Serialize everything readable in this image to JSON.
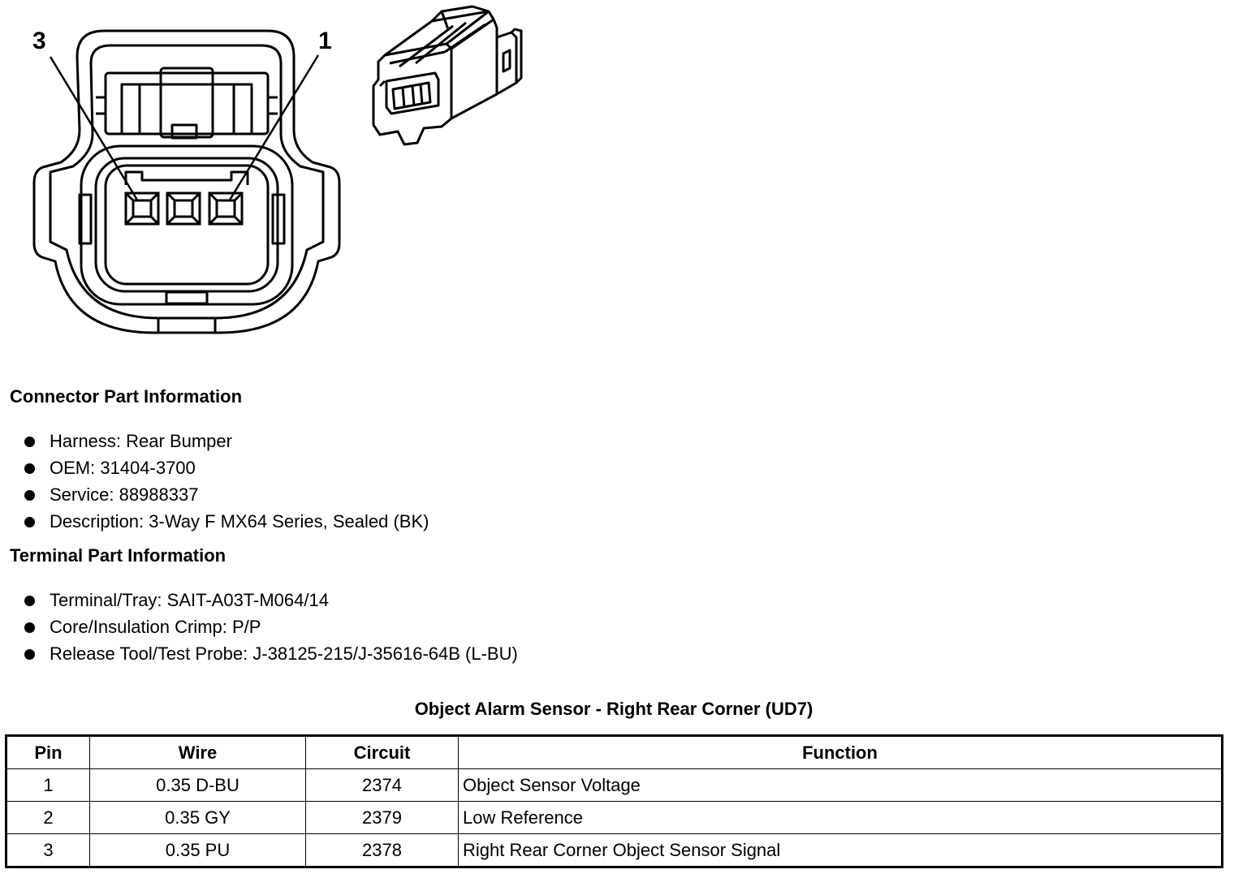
{
  "diagram": {
    "pin_labels": {
      "left": "3",
      "right": "1"
    }
  },
  "connector_info": {
    "heading": "Connector Part Information",
    "items": [
      "Harness: Rear Bumper",
      "OEM: 31404-3700",
      "Service: 88988337",
      "Description: 3-Way F MX64 Series, Sealed (BK)"
    ]
  },
  "terminal_info": {
    "heading": "Terminal Part Information",
    "items": [
      "Terminal/Tray: SAIT-A03T-M064/14",
      "Core/Insulation Crimp: P/P",
      "Release Tool/Test Probe: J-38125-215/J-35616-64B (L-BU)"
    ]
  },
  "table": {
    "title": "Object Alarm Sensor - Right Rear Corner (UD7)",
    "headers": [
      "Pin",
      "Wire",
      "Circuit",
      "Function"
    ],
    "rows": [
      [
        "1",
        "0.35 D-BU",
        "2374",
        "Object Sensor Voltage"
      ],
      [
        "2",
        "0.35 GY",
        "2379",
        "Low Reference"
      ],
      [
        "3",
        "0.35 PU",
        "2378",
        "Right Rear Corner Object Sensor Signal"
      ]
    ]
  }
}
